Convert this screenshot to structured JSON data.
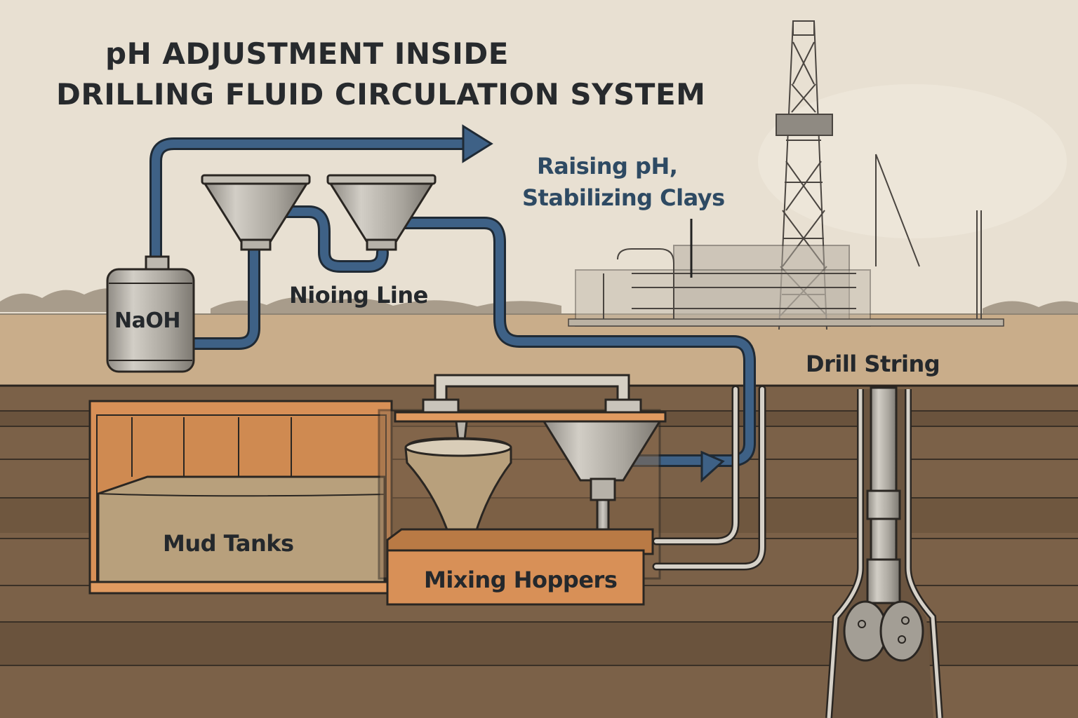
{
  "title": {
    "line1": "pH ADJUSTMENT INSIDE",
    "line2": "DRILLING FLUID CIRCULATION SYSTEM"
  },
  "annotation": {
    "line1": "Raising pH,",
    "line2": "Stabilizing Clays"
  },
  "labels": {
    "chemical_tank": "NaOH",
    "line": "Nioing Line",
    "mud_tanks": "Mud Tanks",
    "mixing_hoppers": "Mixing Hoppers",
    "drill_string": "Drill String"
  },
  "colors": {
    "sky": "#e8e0d2",
    "ground_surface": "#c9ad8a",
    "soil": "#7b6148",
    "soil_dark": "#6a533d",
    "pipe_blue": "#3e6186",
    "tank_orange": "#d89057",
    "mud": "#b8a07c",
    "steel": "#a9a59d",
    "annotation_text": "#2e4a63",
    "text_dark": "#24282c"
  }
}
